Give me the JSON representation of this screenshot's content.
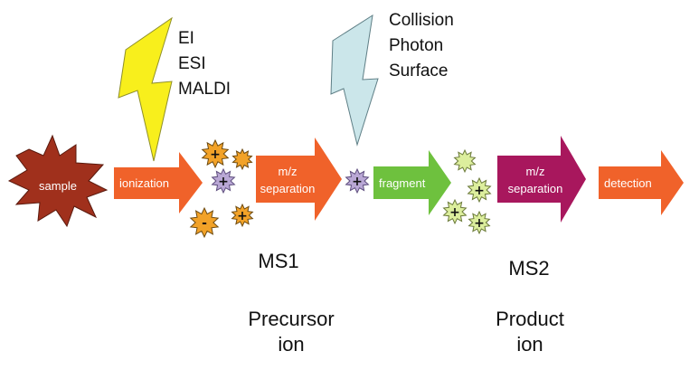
{
  "nodes": {
    "sample": "sample",
    "ionization": "ionization",
    "mz_separation_1": [
      "m/z",
      "separation"
    ],
    "fragment": "fragment",
    "mz_separation_2": [
      "m/z",
      "separation"
    ],
    "detection": "detection"
  },
  "ion_sources": [
    "EI",
    "ESI",
    "MALDI"
  ],
  "activation_methods": [
    "Collision",
    "Photon",
    "Surface"
  ],
  "stage_labels": {
    "ms1": "MS1",
    "ms2": "MS2",
    "precursor": [
      "Precursor",
      "ion"
    ],
    "product": [
      "Product",
      "ion"
    ]
  },
  "ion_signs": {
    "plus": "+",
    "minus": "-"
  },
  "colors": {
    "sample_fill": "#a0301c",
    "orange_arrow": "#f0622a",
    "green_arrow": "#6ec13e",
    "magenta_arrow": "#a8175d",
    "bolt_yellow": "#f8ef1c",
    "bolt_blue": "#cbe6ea",
    "ion_orange": "#f2a228",
    "ion_purple": "#b9a7d5",
    "ion_green": "#dcee9d"
  }
}
